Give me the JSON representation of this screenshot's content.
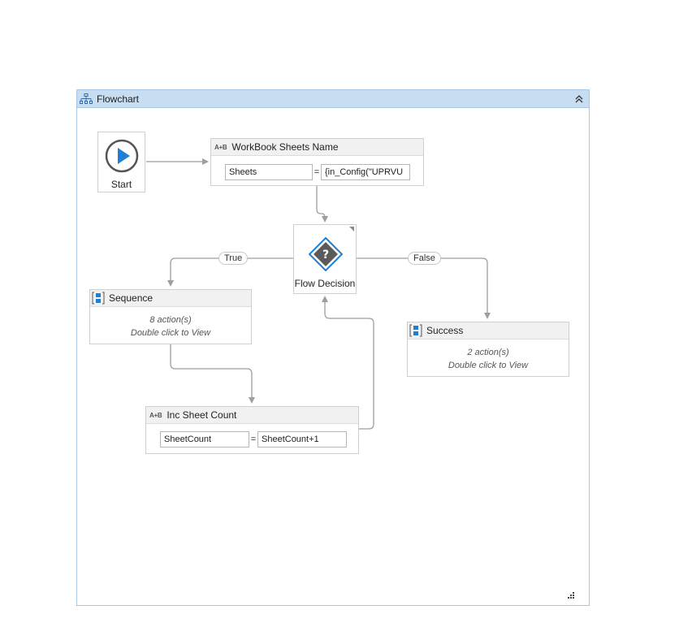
{
  "flowchart": {
    "title": "Flowchart"
  },
  "nodes": {
    "start": {
      "label": "Start"
    },
    "workbook_assign": {
      "title": "WorkBook Sheets Name",
      "tag": "A+B",
      "left_value": "Sheets",
      "equals": "=",
      "right_value": "{in_Config(\"UPRVU"
    },
    "decision": {
      "label": "Flow Decision"
    },
    "sequence": {
      "title": "Sequence",
      "actions": "8 action(s)",
      "hint": "Double click to View"
    },
    "success": {
      "title": "Success",
      "actions": "2 action(s)",
      "hint": "Double click to View"
    },
    "inc_assign": {
      "title": "Inc Sheet Count",
      "tag": "A+B",
      "left_value": "SheetCount",
      "equals": "=",
      "right_value": "SheetCount+1"
    }
  },
  "branches": {
    "true_label": "True",
    "false_label": "False"
  },
  "colors": {
    "header_bg": "#c7ddf2",
    "accent_blue": "#1f7fd6",
    "wire": "#9e9e9e"
  }
}
